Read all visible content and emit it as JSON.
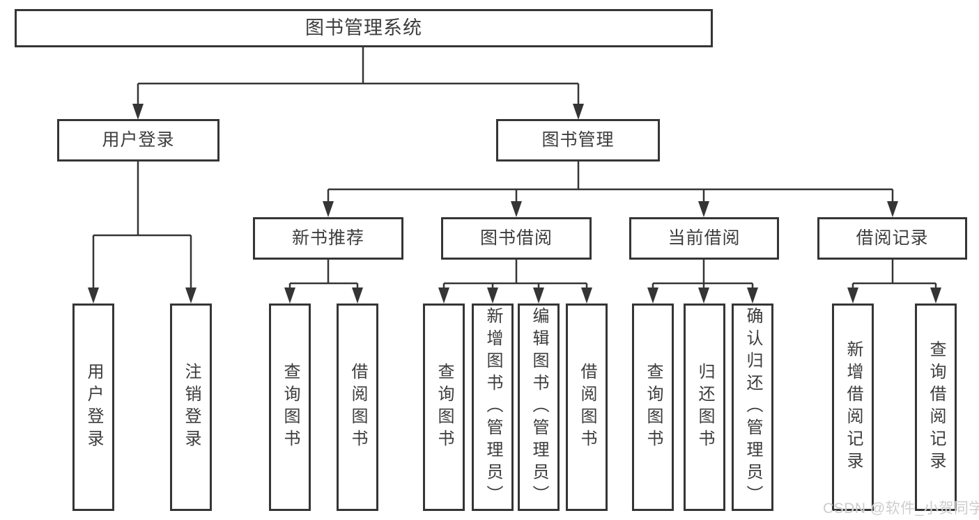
{
  "watermark": "CSDN @软件_小贺同学",
  "colors": {
    "line": "#353535",
    "text": "#3c3c3c",
    "background": "#ffffff",
    "watermark": "#cdcdcd"
  },
  "nodes": {
    "root": "图书管理系统",
    "user_login": "用户登录",
    "book_management": "图书管理",
    "new_book_recommendation": "新书推荐",
    "book_borrowing": "图书借阅",
    "current_borrowing": "当前借阅",
    "borrowing_records": "借阅记录",
    "ul_user_login": "用户登录",
    "ul_logout": "注销登录",
    "nb_query_books": "查询图书",
    "nb_borrow_books": "借阅图书",
    "bb_query_books": "查询图书",
    "bb_add_books": "新增图书（管理员）",
    "bb_edit_books": "编辑图书（管理员）",
    "bb_borrow_books": "借阅图书",
    "cb_query_books": "查询图书",
    "cb_return_books": "归还图书",
    "cb_confirm_return": "确认归还（管理员）",
    "br_add_record": "新增借阅记录",
    "br_query_record": "查询借阅记录"
  }
}
